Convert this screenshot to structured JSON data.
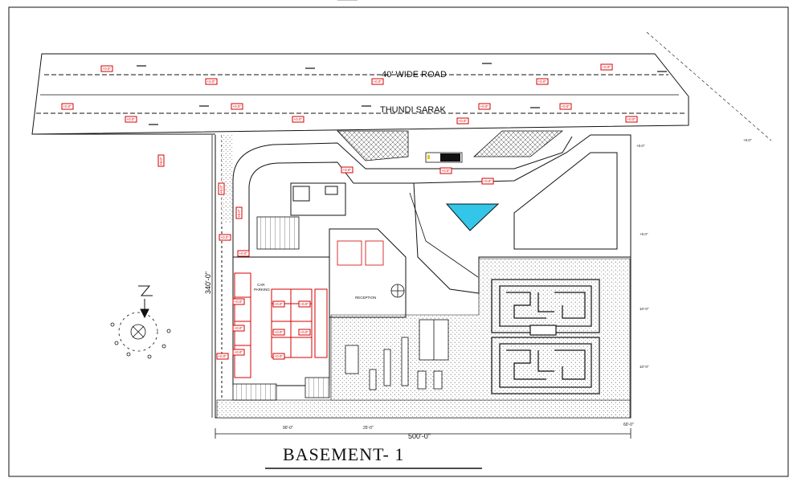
{
  "plan": {
    "title": "BASEMENT- 1",
    "road_label_top": "40' WIDE ROAD",
    "road_label_bottom": "THUNDI SARAK",
    "dim_width": "500'-0\"",
    "dim_height": "340'-0\"",
    "dim_seg_a": "90'-0\"",
    "dim_seg_b": "25'-0\"",
    "dim_seg_c": "60'-0\"",
    "car_parking_line1": "CAR",
    "car_parking_line2": "PARKING",
    "reception_label": "RECEPTION",
    "side_levels": [
      "+0.0\"",
      "+0.0\"",
      "+0.0\"",
      "10'-0\"",
      "10'-0\""
    ],
    "level_tag": "+0.0\""
  },
  "colors": {
    "line": "#111111",
    "level_marker": "#d40000",
    "parking": "#d40000",
    "pool": "#33c6e8",
    "accent_yellow": "#f2c200"
  },
  "icons": {
    "north_arrow": "north-arrow-icon",
    "compass": "compass-rose-icon"
  }
}
